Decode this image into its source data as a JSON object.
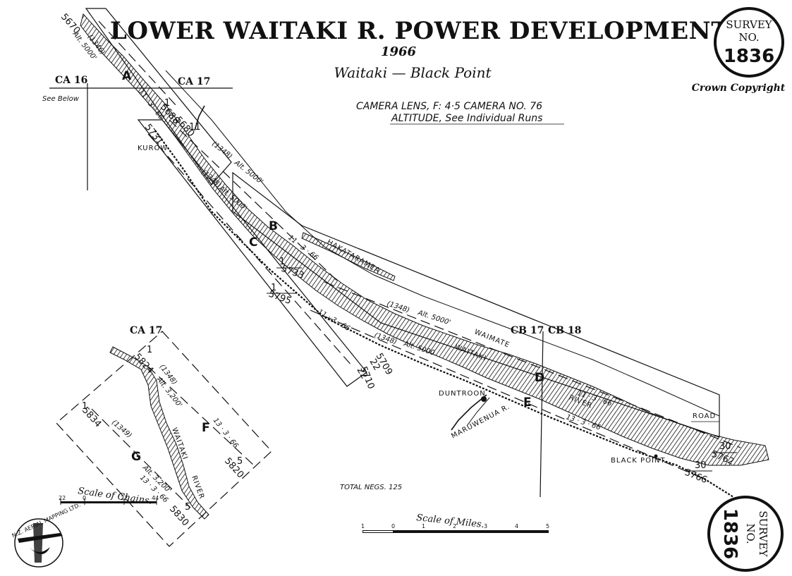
{
  "title": "LOWER WAITAKI R. POWER DEVELOPMENT",
  "year": "1966",
  "subtitle": "Waitaki — Black Point",
  "camera_line1": "CAMERA LENS, F: 4·5    CAMERA NO. 76",
  "camera_line2": "ALTITUDE, See Individual Runs",
  "copyright": "Crown Copyright",
  "survey_seal": {
    "line1": "SURVEY",
    "line2": "NO.",
    "number": "1836"
  },
  "grid_labels": {
    "ca16": "CA 16",
    "ca17": "CA 17",
    "ca17_inset": "CA 17",
    "cb17": "CB 17",
    "cb18": "CB 18"
  },
  "see_below": "See Below",
  "total_negs": "TOTAL NEGS. 125",
  "places": {
    "kurow": "KUROW",
    "hakataramea": "HAKATARAMEA",
    "waimate": "WAIMATE",
    "waitaki": "WAITAKI",
    "river": "RIVER",
    "road": "ROAD",
    "duntroon": "DUNTROON",
    "maruwenua": "MARUWENUA R.",
    "black_point": "BLACK POINT",
    "inset_waitaki": "WAITAKI",
    "inset_river": "RIVER"
  },
  "runs": {
    "A": {
      "label": "A",
      "start_neg": "5670",
      "mid_neg": "5688",
      "run_no": "1",
      "film": "(1346)",
      "alt": "Alt. 5000'",
      "date": "11 · 3 · 66"
    },
    "B": {
      "label": "B",
      "start_neg": "5680",
      "end_neg": "5709",
      "run_no": "11",
      "end_no": "22",
      "film": "(1348)",
      "alt": "Alt. 5000'",
      "date": "11 · 3 · 66"
    },
    "C": {
      "label": "C",
      "start_neg": "5731",
      "end_neg": "5710",
      "end_no": "22",
      "film": "(1348)",
      "alt": "Alt. 5000'"
    },
    "D": {
      "label": "D",
      "start_neg": "5733",
      "start_no": "1",
      "end_neg": "5762",
      "end_no": "30",
      "film": "(1348)",
      "alt": "Alt. 5000'",
      "date": "11 · 3 · 66"
    },
    "E": {
      "label": "E",
      "start_neg": "5795",
      "start_no": "1",
      "end_neg": "5766",
      "end_no": "30",
      "film": "(1348)",
      "alt": "Alt. 5000",
      "date": "11 · 3 · 66",
      "date2": "13 · 3 · 66"
    },
    "F": {
      "label": "F",
      "start_neg": "5824",
      "start_no": "1",
      "end_neg": "5820",
      "end_no": "5",
      "film": "(1348)",
      "alt": "Alt. 3,200'",
      "date": "13 · 3 · 66"
    },
    "G": {
      "label": "G",
      "start_neg": "5834",
      "start_no": "1",
      "end_neg": "5830",
      "end_no": "5",
      "film": "(1349)",
      "alt": "Alt. 3,200'",
      "date": "13 · 3 · 66"
    }
  },
  "scale_miles": {
    "label": "Scale of Miles.",
    "ticks": [
      "1",
      "0",
      "1",
      "2",
      "3",
      "4",
      "5"
    ]
  },
  "scale_chains": {
    "label": "Scale of Chains.",
    "ticks": [
      "22",
      "0",
      "22",
      "44"
    ]
  },
  "logo_text": "N.Z. AERIAL MAPPING LTD."
}
